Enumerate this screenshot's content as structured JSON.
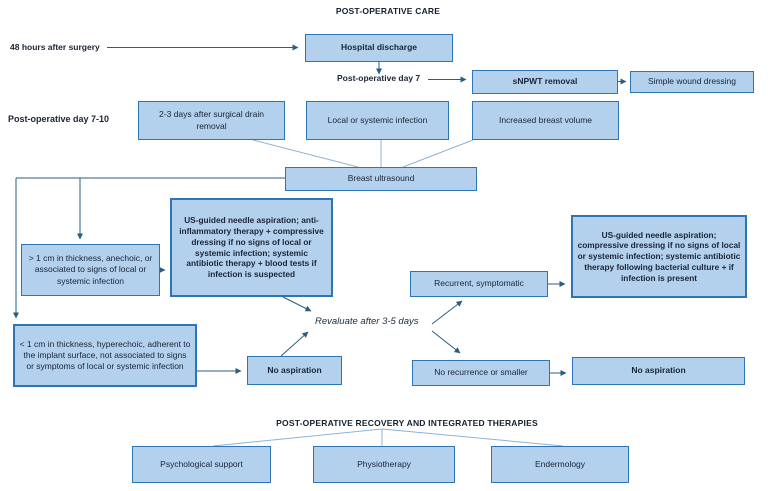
{
  "titles": {
    "top": "POST-OPERATIVE CARE",
    "bottom": "POST-OPERATIVE RECOVERY AND INTEGRATED THERAPIES"
  },
  "labels": {
    "after_surgery": "48 hours after surgery",
    "day7": "Post-operative day 7",
    "day7_10": "Post-operative day 7-10",
    "revaluate": "Revaluate after 3-5 days"
  },
  "nodes": {
    "hospital_discharge": "Hospital discharge",
    "snpwt_removal": "sNPWT removal",
    "simple_wound_dressing": "Simple wound dressing",
    "drain_removal": "2-3 days after surgical drain removal",
    "local_systemic_infection": "Local or systemic infection",
    "increased_breast_volume": "Increased breast volume",
    "breast_ultrasound": "Breast ultrasound",
    "gt1cm": "> 1 cm in thickness, anechoic, or associated to signs of local or systemic infection",
    "lt1cm": "< 1 cm in thickness, hyperechoic, adherent to the implant surface, not associated to signs or symptoms of local or systemic infection",
    "us_guided_left": "US-guided needle aspiration; anti-inflammatory therapy + compressive dressing if no signs of local or systemic infection; systemic antibiotic therapy + blood tests if infection is suspected",
    "no_aspiration_left": "No aspiration",
    "recurrent_symptomatic": "Recurrent, symptomatic",
    "us_guided_right": "US-guided needle aspiration; compressive dressing if no signs of local or systemic infection; systemic antibiotic therapy following bacterial culture + if infection is present",
    "no_recurrence": "No recurrence or smaller",
    "no_aspiration_right": "No aspiration",
    "psychological_support": "Psychological support",
    "physiotherapy": "Physiotherapy",
    "endermology": "Endermology"
  },
  "colors": {
    "box_fill": "#b3d1ec",
    "box_border": "#2e75b6",
    "arrow": "#2b5d7f",
    "connector": "#8fb3d4",
    "text": "#1a2436"
  }
}
